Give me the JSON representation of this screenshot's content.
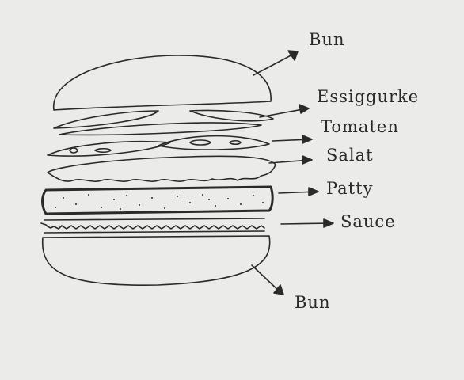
{
  "diagram": {
    "labels": {
      "bun_top": "Bun",
      "pickle": "Essiggurke",
      "tomato": "Tomaten",
      "salad": "Salat",
      "patty": "Patty",
      "sauce": "Sauce",
      "bun_bottom": "Bun"
    },
    "colors": {
      "paper": "#ebebea",
      "ink": "#2a2a2a"
    }
  }
}
